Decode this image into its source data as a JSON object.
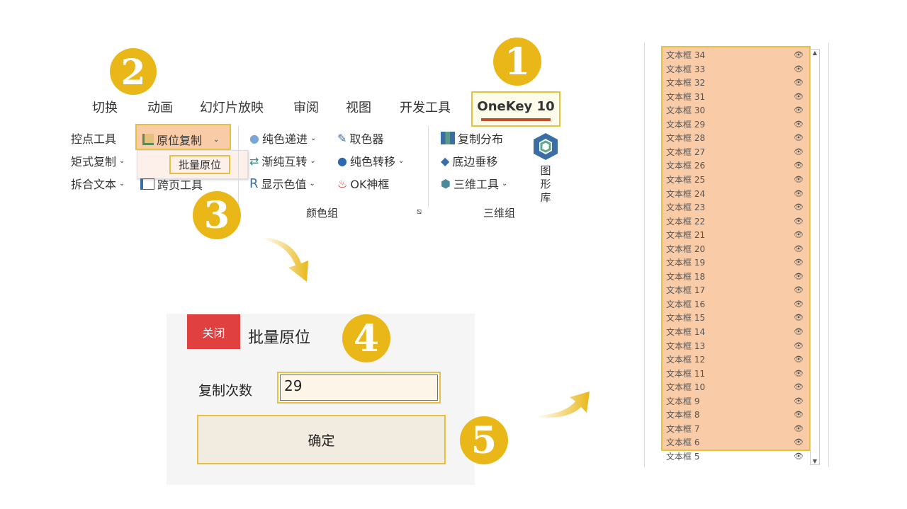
{
  "ribbon": {
    "tabs": [
      "切换",
      "动画",
      "幻灯片放映",
      "审阅",
      "视图",
      "开发工具",
      "OneKey 10"
    ],
    "active_tab": "OneKey 10",
    "col1": [
      "控点工具",
      "矩式复制",
      "拆合文本"
    ],
    "col2": {
      "main": "原位复制",
      "dropdown_item": "批量原位",
      "third": "跨页工具"
    },
    "color_group": {
      "items": [
        "纯色递进",
        "取色器",
        "渐纯互转",
        "纯色转移",
        "显示色值",
        "OK神框"
      ],
      "label": "颜色组"
    },
    "threed_group": {
      "items": [
        "复制分布",
        "底边垂移",
        "三维工具"
      ],
      "library": "图形库",
      "label": "三维组"
    }
  },
  "badges": [
    "1",
    "2",
    "3",
    "4",
    "5"
  ],
  "dialog": {
    "close": "关闭",
    "title": "批量原位",
    "field_label": "复制次数",
    "field_value": "29",
    "ok": "确定"
  },
  "selection_pane": {
    "items": [
      "文本框 34",
      "文本框 33",
      "文本框 32",
      "文本框 31",
      "文本框 30",
      "文本框 29",
      "文本框 28",
      "文本框 27",
      "文本框 26",
      "文本框 25",
      "文本框 24",
      "文本框 23",
      "文本框 22",
      "文本框 21",
      "文本框 20",
      "文本框 19",
      "文本框 18",
      "文本框 17",
      "文本框 16",
      "文本框 15",
      "文本框 14",
      "文本框 13",
      "文本框 12",
      "文本框 11",
      "文本框 10",
      "文本框 9",
      "文本框 8",
      "文本框 7",
      "文本框 6",
      "文本框 5"
    ],
    "selected_count": 29
  },
  "colors": {
    "badge": "#e9b818",
    "highlight": "#f9cba6",
    "accent_border": "#e8c040",
    "close": "#e04040",
    "underline": "#c0502a"
  }
}
